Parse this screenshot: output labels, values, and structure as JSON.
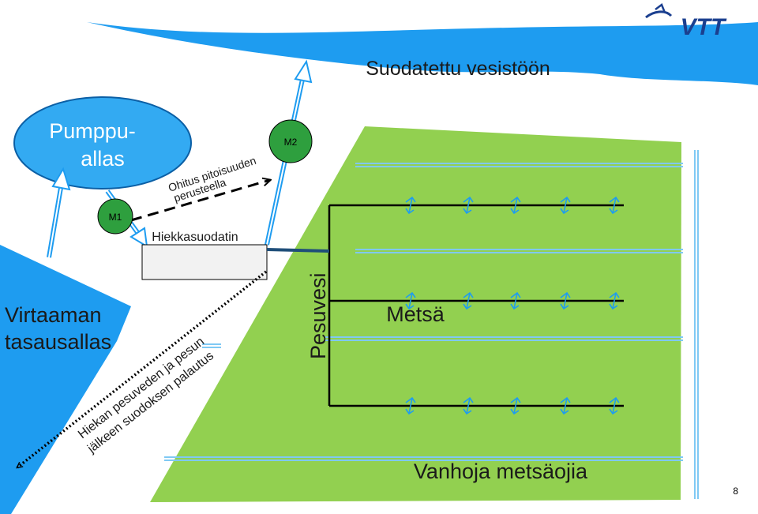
{
  "labels": {
    "lake": "Suodatettu vesistöön",
    "pump_line1": "Pumppu-",
    "pump_line2": "allas",
    "bypass_line1": "Ohitus pitoisuuden",
    "bypass_line2": "perusteella",
    "meter1": "M1",
    "meter2": "M2",
    "sand_filter": "Hiekkasuodatin",
    "basin_line1": "Virtaaman",
    "basin_line2": "tasausallas",
    "return_line1": "Hiekan pesuveden ja pesun",
    "return_line2": "jälkeen suodoksen palautus",
    "wash_water": "Pesuvesi",
    "forest": "Metsä",
    "ditches": "Vanhoja metsäojia"
  },
  "page_number": "8",
  "logo": {
    "text": "VTT",
    "icon": "vtt-logo-icon"
  },
  "colors": {
    "water_blue": "#1e9cf0",
    "pump_blue": "#33aaf2",
    "forest_green": "#92d050",
    "meter_green": "#2e9f3e",
    "pipe_dark": "#1f4e79",
    "logo_blue": "#1b3f8f"
  }
}
